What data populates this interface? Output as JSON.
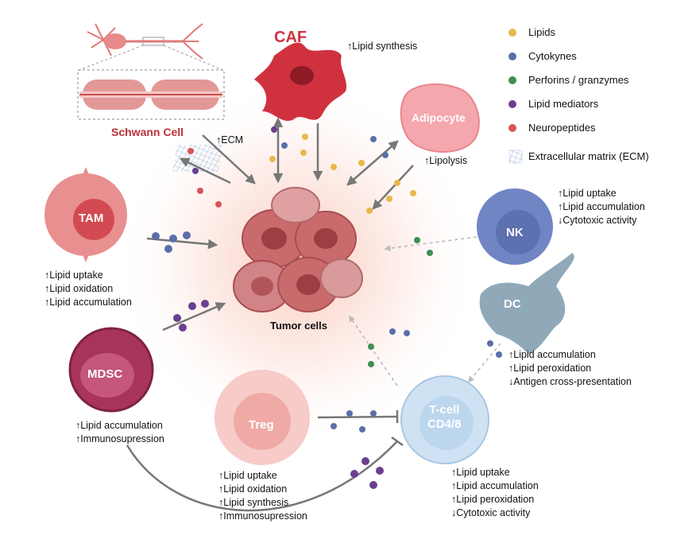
{
  "legend": {
    "items": [
      {
        "label": "Lipids",
        "color": "#e8b94a",
        "icon": "dot"
      },
      {
        "label": "Cytokynes",
        "color": "#5b6ea8",
        "icon": "dot"
      },
      {
        "label": "Perforins / granzymes",
        "color": "#3f8f55",
        "icon": "dot"
      },
      {
        "label": "Lipid mediators",
        "color": "#6a3f8f",
        "icon": "dot"
      },
      {
        "label": "Neuropeptides",
        "color": "#d8545c",
        "icon": "dot"
      },
      {
        "label": "Extracellular matrix (ECM)",
        "color": "#7fa6d9",
        "icon": "mesh-icon"
      }
    ]
  },
  "cells": {
    "caf": {
      "name": "CAF",
      "effects": [
        "↑Lipid synthesis"
      ]
    },
    "schwann": {
      "name": "Schwann Cell",
      "effects": [
        "↑ECM"
      ]
    },
    "adipocyte": {
      "name": "Adipocyte",
      "effects": [
        "↑Lipolysis"
      ]
    },
    "tam": {
      "name": "TAM",
      "effects": [
        "↑Lipid uptake",
        "↑Lipid oxidation",
        "↑Lipid accumulation"
      ]
    },
    "nk": {
      "name": "NK",
      "effects": [
        "↑Lipid uptake",
        "↑Lipid accumulation",
        "↓Cytotoxic activity"
      ]
    },
    "dc": {
      "name": "DC",
      "effects": [
        "↑Lipid accumulation",
        "↑Lipid peroxidation",
        "↓Antigen cross-presentation"
      ]
    },
    "mdsc": {
      "name": "MDSC",
      "effects": [
        "↑Lipid accumulation",
        "↑Immunosupression"
      ]
    },
    "treg": {
      "name": "Treg",
      "effects": [
        "↑Lipid uptake",
        "↑Lipid oxidation",
        "↑Lipid synthesis",
        "↑Immunosupression"
      ]
    },
    "tcell": {
      "name_line1": "T-cell",
      "name_line2": "CD4/8",
      "effects": [
        "↑Lipid uptake",
        "↑Lipid accumulation",
        "↑Lipid peroxidation",
        "↓Cytotoxic activity"
      ]
    },
    "tumor": {
      "name": "Tumor cells"
    }
  },
  "colors": {
    "caf": "#d0313f",
    "schwann_label": "#b8303a",
    "tam": "#e27a7c",
    "adipocyte": "#f4a7ad",
    "nk": "#7185c4",
    "dc": "#8fa9b8",
    "mdsc": "#a8345a",
    "treg": "#f2b8b5",
    "tcell": "#bcd6ee",
    "tumor": "#c96a6c"
  }
}
